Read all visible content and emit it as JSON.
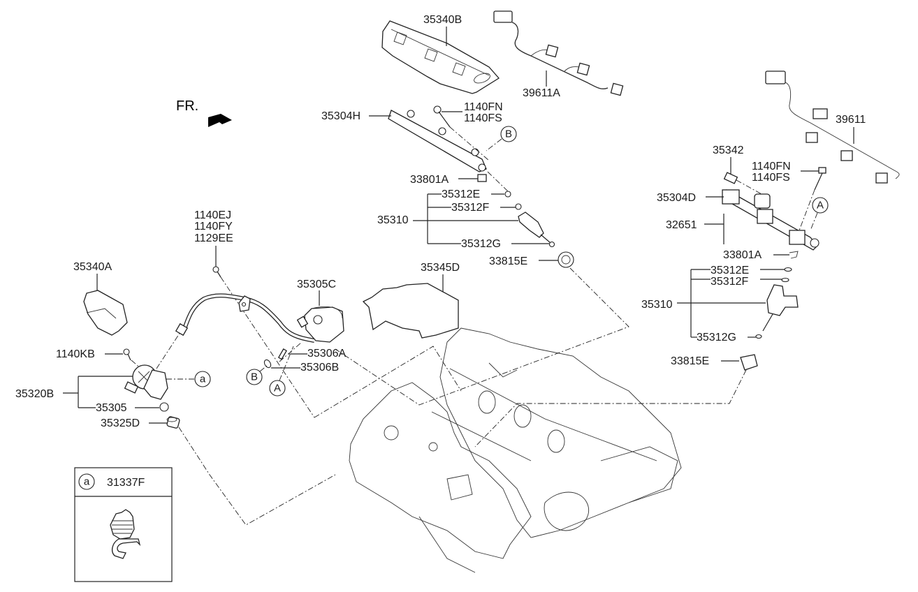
{
  "diagram": {
    "direction_label": "FR.",
    "parts": {
      "p35340B": "35340B",
      "p39611A": "39611A",
      "p35304H": "35304H",
      "p1140FN_top": "1140FN",
      "p1140FS_top": "1140FS",
      "p33801A_top": "33801A",
      "p35312E_top": "35312E",
      "p35312F_top": "35312F",
      "p35310_top": "35310",
      "p35312G_top": "35312G",
      "p33815E_top": "33815E",
      "p35345D": "35345D",
      "p39611": "39611",
      "p35342": "35342",
      "p1140FN_right": "1140FN",
      "p1140FS_right": "1140FS",
      "p35304D": "35304D",
      "p32651": "32651",
      "p33801A_right": "33801A",
      "p35312E_right": "35312E",
      "p35312F_right": "35312F",
      "p35310_right": "35310",
      "p35312G_right": "35312G",
      "p33815E_right": "33815E",
      "p1140EJ": "1140EJ",
      "p1140FY": "1140FY",
      "p1129EE": "1129EE",
      "p35305C": "35305C",
      "p35306A": "35306A",
      "p35306B": "35306B",
      "p35340A": "35340A",
      "p1140KB": "1140KB",
      "p35320B": "35320B",
      "p35305": "35305",
      "p35325D": "35325D"
    },
    "callouts": {
      "a": "a",
      "A": "A",
      "B": "B"
    },
    "inset": {
      "ref": "a",
      "part": "31337F"
    }
  }
}
